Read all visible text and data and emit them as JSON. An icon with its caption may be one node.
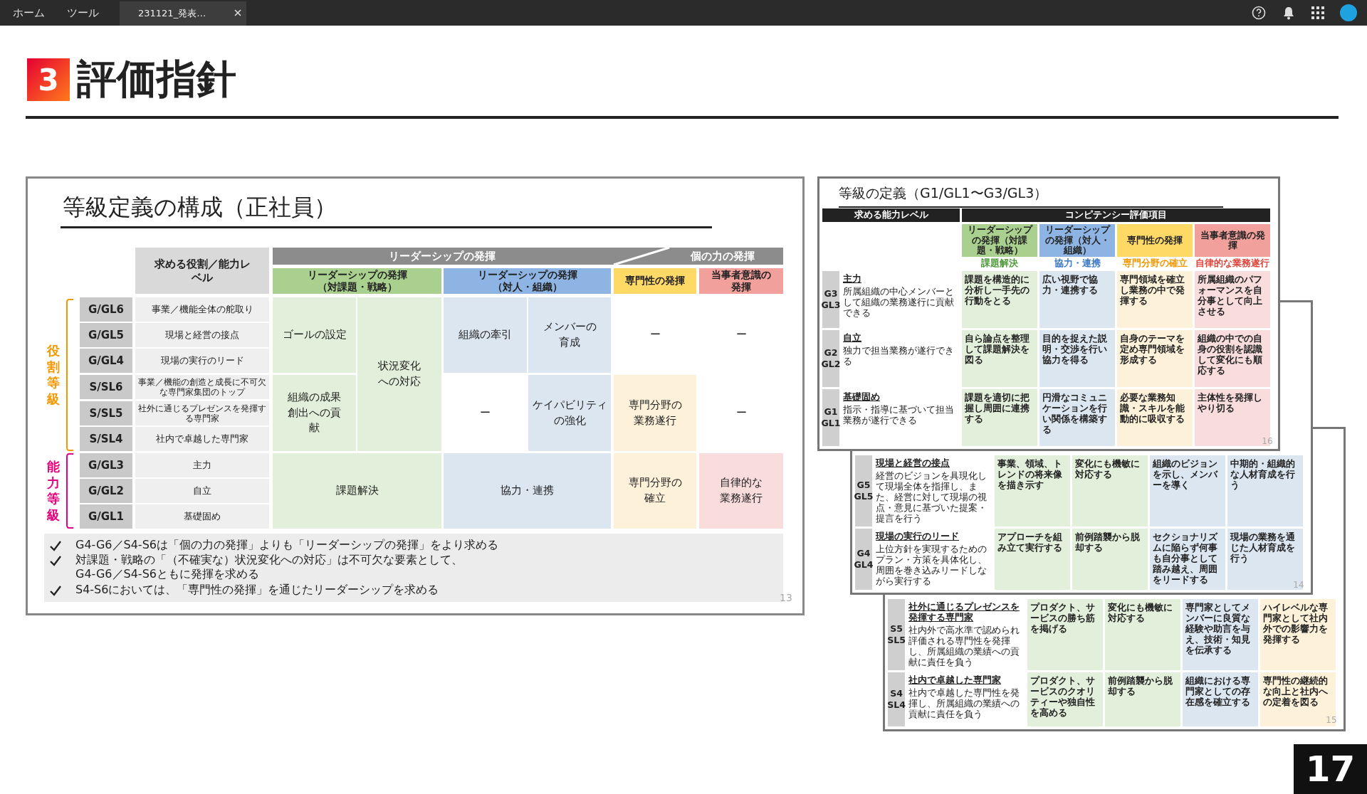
{
  "diagram": {
    "title": "評価指針",
    "labels": [
      "ホーム",
      "ツール",
      "231121_発表…",
      "3",
      "等級定義の構成（正社員）",
      "リーダーシップの発揮",
      "個の力の発揮",
      "求める役割／能力レベル",
      "リーダーシップの発揮（対課題・戦略）",
      "リーダーシップの発揮（対人・組織）",
      "専門性の発揮",
      "当事者意識の発揮",
      "役割等級",
      "G/GL6",
      "事業／機能全体の舵取り",
      "ゴールの設定",
      "状況変化への対応",
      "組織の牽引",
      "メンバーの育成",
      "ー",
      "ー",
      "G/GL5",
      "現場と経営の接点",
      "G/GL4",
      "現場の実行のリード",
      "S/SL6",
      "事業／機能の創造と成長に不可欠な専門家集団のトップ",
      "組織の成果創出への貢献",
      "ー",
      "ケイパビリティの強化",
      "専門分野の業務遂行",
      "ー",
      "S/SL5",
      "社外に通じるプレゼンスを発揮する専門家",
      "S/SL4",
      "社内で卓越した専門家",
      "能力等級",
      "G/GL3",
      "主力",
      "課題解決",
      "協力・連携",
      "専門分野の確立",
      "自律的な業務遂行",
      "G/GL2",
      "自立",
      "G/GL1",
      "基礎固め",
      "G4-G6／S4-S6は「個の力の発揮」よりも「リーダーシップの発揮」をより求める",
      "対課題・戦略の「（不確実な）状況変化への対応」は不可欠な要素として、G4-G6／S4-S6ともに発揮を求める",
      "S4-S6においては、「専門性の発揮」を通じたリーダーシップを求める",
      "13",
      "等級の定義（G1/GL1〜G3/GL3）",
      "求める能力レベル",
      "コンピテンシー評価項目",
      "リーダーシップの発揮（対課題・戦略）",
      "リーダーシップの発揮（対人・組織）",
      "専門性の発揮",
      "当事者意識の発揮",
      "課題解決",
      "協力・連携",
      "専門分野の確立",
      "自律的な業務遂行",
      "G3 GL3",
      "主力",
      "所属組織の中心メンバーとして組織の業務遂行に貢献できる",
      "課題を構造的に分析し一手先の行動をとる",
      "広い視野で協力・連携する",
      "専門領域を確立し業務の中で発揮する",
      "所属組織のパフォーマンスを自分事として向上させる",
      "G2 GL2",
      "自立",
      "独力で担当業務が遂行できる",
      "自ら論点を整理して課題解決を図る",
      "目的を捉えた説明・交渉を行い協力を得る",
      "自身のテーマを定め専門領域を形成する",
      "組織の中での自身の役割を認識して変化にも順応する",
      "G1 GL1",
      "基礎固め",
      "指示・指導に基づいて担当業務が遂行できる",
      "課題を適切に把握し周囲に連携する",
      "円滑なコミュニケーションを行い関係を構築する",
      "必要な業務知識・スキルを能動的に吸収する",
      "主体性を発揮しやり切る",
      "16",
      "G5 GL5",
      "現場と経営の接点",
      "経営のビジョンを具現化して現場全体を指揮し、また、経営に対して現場の視点・意見に基づいた提案・提言を行う",
      "事業、領域、トレンドの将来像を描き示す",
      "変化にも機敏に対応する",
      "組織のビジョンを示し、メンバーを導く",
      "中期的・組織的な人材育成を行う",
      "G4 GL4",
      "現場の実行のリード",
      "上位方針を実現するためのプラン・方策を具体化し、周囲を巻き込みリードしながら実行する",
      "アプローチを組み立て実行する",
      "前例踏襲から脱却する",
      "セクショナリズムに陥らず何事も自分事として踏み越え、周囲をリードする",
      "現場の業務を通じた人材育成を行う",
      "14",
      "S5 SL5",
      "社外に通じるプレゼンスを発揮する専門家",
      "社内外で高水準で認められ評価される専門性を発揮し、所属組織の業績への貢献に責任を負う",
      "プロダクト、サービスの勝ち筋を掲げる",
      "変化にも機敏に対応する",
      "専門家としてメンバーに良質な経験や助言を与え、技術・知見を伝承する",
      "ハイレベルな専門家として社内外での影響力を発揮する",
      "S4 SL4",
      "社内で卓越した専門家",
      "社内で卓越した専門性を発揮し、所属組織の業績への貢献に責任を負う",
      "プロダクト、サービスのクオリティーや独自性を高める",
      "前例踏襲から脱却する",
      "組織における専門家としての存在感を確立する",
      "専門性の継続的な向上と社内への定着を図る",
      "15",
      "17"
    ]
  }
}
